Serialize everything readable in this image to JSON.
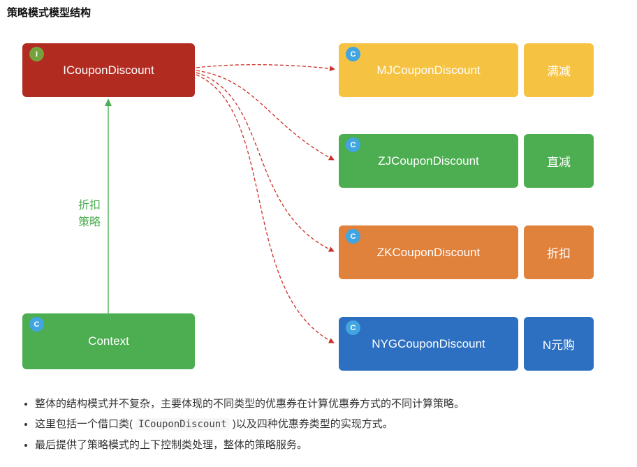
{
  "page": {
    "title": "策略模式模型结构"
  },
  "diagram": {
    "interface_box": {
      "badge": "I",
      "label": "ICouponDiscount"
    },
    "context_box": {
      "badge": "C",
      "label": "Context"
    },
    "arrow_label": "折扣\n策略",
    "implementations": [
      {
        "badge": "C",
        "label": "MJCouponDiscount",
        "tag": "满减",
        "color": "#f5c242"
      },
      {
        "badge": "C",
        "label": "ZJCouponDiscount",
        "tag": "直减",
        "color": "#4cae51"
      },
      {
        "badge": "C",
        "label": "ZKCouponDiscount",
        "tag": "折扣",
        "color": "#e0813c"
      },
      {
        "badge": "C",
        "label": "NYGCouponDiscount",
        "tag": "N元购",
        "color": "#2d6fc1"
      }
    ],
    "colors": {
      "interface_box": "#b12b21",
      "context_box": "#4cae51",
      "badge_interface": "#74a33d",
      "badge_class": "#41a5e1",
      "arrow_green": "#4cae51",
      "arrow_red": "#cc2f27"
    }
  },
  "bullets": [
    {
      "text": "整体的结构模式并不复杂，主要体现的不同类型的优惠券在计算优惠券方式的不同计算策略。"
    },
    {
      "pre": "这里包括一个借口类( ",
      "code": "ICouponDiscount",
      "post": " )以及四种优惠券类型的实现方式。"
    },
    {
      "text": "最后提供了策略模式的上下控制类处理，整体的策略服务。"
    }
  ]
}
